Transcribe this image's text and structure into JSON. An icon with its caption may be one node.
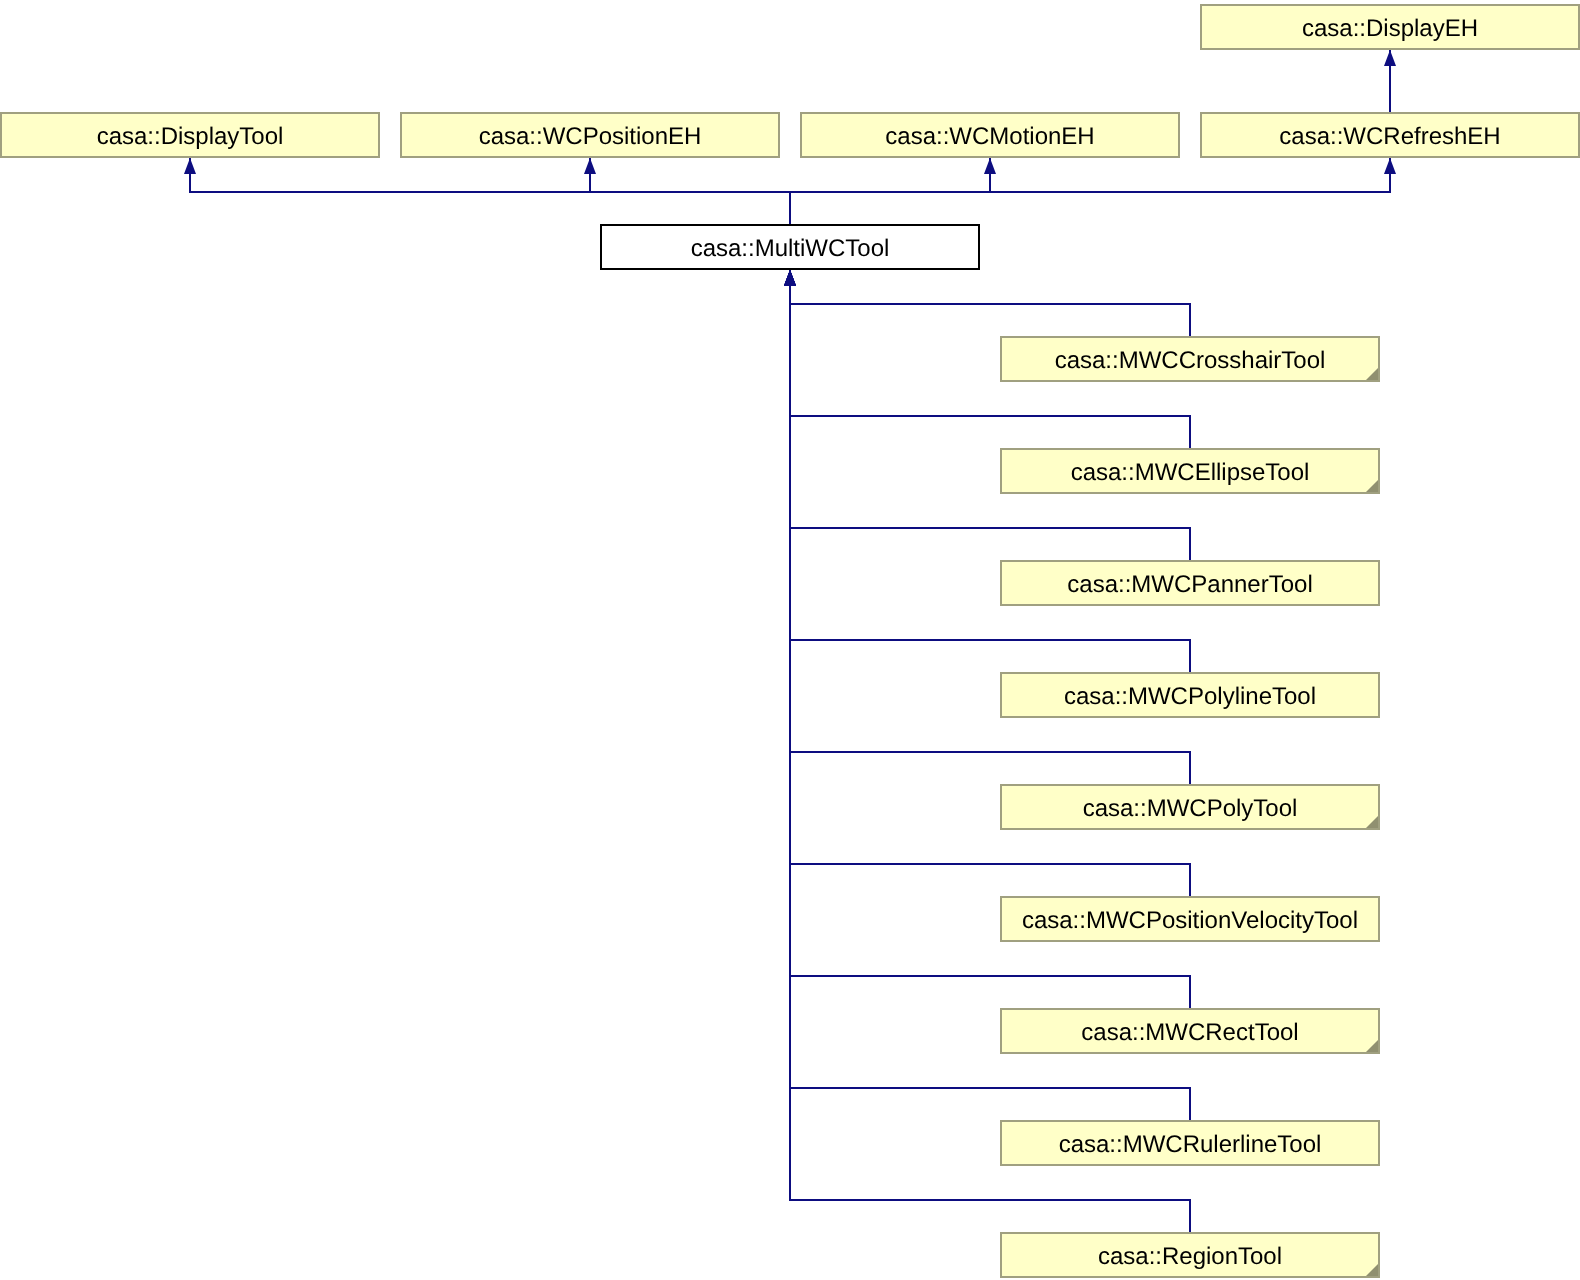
{
  "diagram": {
    "nodes": [
      {
        "text": [
          "casa::DisplayEH"
        ]
      },
      {
        "text": [
          "casa::DisplayTool"
        ]
      },
      {
        "text": [
          "casa::WCPositionEH"
        ]
      },
      {
        "text": [
          "casa::WCMotionEH"
        ]
      },
      {
        "text": [
          "casa::WCRefreshEH"
        ]
      },
      {
        "text": [
          "casa::MultiWCTool"
        ]
      },
      {
        "text": [
          "casa::MWCCrosshairTool"
        ]
      },
      {
        "text": [
          "casa::MWCEllipseTool"
        ]
      },
      {
        "text": [
          "casa::MWCPannerTool"
        ]
      },
      {
        "text": [
          "casa::MWCPolylineTool"
        ]
      },
      {
        "text": [
          "casa::MWCPolyTool"
        ]
      },
      {
        "text": [
          "casa::MWCPositionVelocityTool"
        ]
      },
      {
        "text": [
          "casa::MWCRectTool"
        ]
      },
      {
        "text": [
          "casa::MWCRulerlineTool"
        ]
      },
      {
        "text": [
          "casa::RegionTool"
        ]
      }
    ],
    "edges": [
      {
        "from": 4,
        "to": 0,
        "arrow": "to"
      },
      {
        "from": 5,
        "to": 1,
        "arrow": "to"
      },
      {
        "from": 5,
        "to": 2,
        "arrow": "to"
      },
      {
        "from": 5,
        "to": 3,
        "arrow": "to"
      },
      {
        "from": 5,
        "to": 4,
        "arrow": "to"
      },
      {
        "from": 6,
        "to": 5,
        "arrow": "to"
      },
      {
        "from": 7,
        "to": 5,
        "arrow": "to"
      },
      {
        "from": 8,
        "to": 5,
        "arrow": "to"
      },
      {
        "from": 9,
        "to": 5,
        "arrow": "to"
      },
      {
        "from": 10,
        "to": 5,
        "arrow": "to"
      },
      {
        "from": 11,
        "to": 5,
        "arrow": "to"
      },
      {
        "from": 12,
        "to": 5,
        "arrow": "to"
      },
      {
        "from": 13,
        "to": 5,
        "arrow": "to"
      },
      {
        "from": 14,
        "to": 5,
        "arrow": "to"
      }
    ]
  }
}
